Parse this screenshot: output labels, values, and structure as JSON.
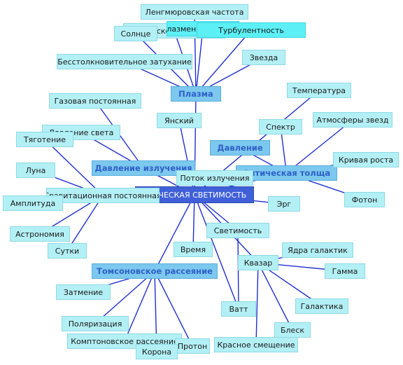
{
  "colors": {
    "edge": "#1f2fd2",
    "leaf": "#b3f0f5",
    "hub": "#7cc8ee",
    "hub_text": "#2e5fc8",
    "center": "#3f60d8",
    "vivid": "#5cf0f6"
  },
  "nodes": [
    {
      "id": "center",
      "label": "КТИЧЕСКАЯ СВЕТИМОСТЬ",
      "kind": "center"
    },
    {
      "id": "plasma",
      "label": "Плазма",
      "kind": "hub"
    },
    {
      "id": "pressure",
      "label": "Давление",
      "kind": "hub"
    },
    {
      "id": "optdepth",
      "label": "Оптическая толща",
      "kind": "hub"
    },
    {
      "id": "radpressure",
      "label": "Давление излучения",
      "kind": "hub"
    },
    {
      "id": "thomson",
      "label": "Томсоновское рассеяние",
      "kind": "hub"
    },
    {
      "id": "langmuir",
      "label": "Ленгмюровская частота",
      "kind": "leaf"
    },
    {
      "id": "rayleigh",
      "label": "Рэлеевское рассеяние",
      "kind": "leaf"
    },
    {
      "id": "plasmafreq",
      "label": "Плазменная частота",
      "kind": "vivid"
    },
    {
      "id": "turbulent",
      "label": "Турбулентность",
      "kind": "vivid"
    },
    {
      "id": "sun",
      "label": "Солнце",
      "kind": "leaf"
    },
    {
      "id": "collisionless",
      "label": "Бесстолкновительное затухание",
      "kind": "leaf"
    },
    {
      "id": "star",
      "label": "Звезда",
      "kind": "leaf"
    },
    {
      "id": "temperature",
      "label": "Температура",
      "kind": "leaf"
    },
    {
      "id": "gasconst",
      "label": "Газовая постоянная",
      "kind": "leaf"
    },
    {
      "id": "yansky",
      "label": "Янский",
      "kind": "leaf"
    },
    {
      "id": "spectrum",
      "label": "Спектр",
      "kind": "leaf"
    },
    {
      "id": "stellaratm",
      "label": "Атмосферы звезд",
      "kind": "leaf"
    },
    {
      "id": "lightpressure",
      "label": "Давление света",
      "kind": "leaf"
    },
    {
      "id": "gravity",
      "label": "Тяготение",
      "kind": "leaf"
    },
    {
      "id": "growthcurve",
      "label": "Кривая роста",
      "kind": "leaf"
    },
    {
      "id": "moon",
      "label": "Луна",
      "kind": "leaf"
    },
    {
      "id": "flux",
      "label": "Поток излучения",
      "kind": "leaf"
    },
    {
      "id": "photon",
      "label": "Фотон",
      "kind": "leaf"
    },
    {
      "id": "gravconst",
      "label": "Гравитационная постоянная",
      "kind": "leaf"
    },
    {
      "id": "amplitude",
      "label": "Амплитуда",
      "kind": "leaf"
    },
    {
      "id": "erg",
      "label": "Эрг",
      "kind": "leaf"
    },
    {
      "id": "luminosity",
      "label": "Светимость",
      "kind": "leaf"
    },
    {
      "id": "astronomy",
      "label": "Астрономия",
      "kind": "leaf"
    },
    {
      "id": "time",
      "label": "Время",
      "kind": "leaf"
    },
    {
      "id": "nuclei",
      "label": "Ядра галактик",
      "kind": "leaf"
    },
    {
      "id": "day",
      "label": "Сутки",
      "kind": "leaf"
    },
    {
      "id": "quasar",
      "label": "Квазар",
      "kind": "leaf"
    },
    {
      "id": "gamma",
      "label": "Гамма",
      "kind": "leaf"
    },
    {
      "id": "eclipse",
      "label": "Затмение",
      "kind": "leaf"
    },
    {
      "id": "watt",
      "label": "Ватт",
      "kind": "leaf"
    },
    {
      "id": "galaxy",
      "label": "Галактика",
      "kind": "leaf"
    },
    {
      "id": "polarization",
      "label": "Поляризация",
      "kind": "leaf"
    },
    {
      "id": "shine",
      "label": "Блеск",
      "kind": "leaf"
    },
    {
      "id": "compton",
      "label": "Комптоновское рассеяние",
      "kind": "leaf"
    },
    {
      "id": "proton",
      "label": "Протон",
      "kind": "leaf"
    },
    {
      "id": "redshift",
      "label": "Красное смещение",
      "kind": "leaf"
    },
    {
      "id": "corona",
      "label": "Корона",
      "kind": "leaf"
    }
  ],
  "edges": [
    [
      "center",
      "plasma"
    ],
    [
      "center",
      "radpressure"
    ],
    [
      "center",
      "thomson"
    ],
    [
      "center",
      "optdepth"
    ],
    [
      "center",
      "luminosity"
    ],
    [
      "center",
      "yansky"
    ],
    [
      "center",
      "erg"
    ],
    [
      "center",
      "time"
    ],
    [
      "center",
      "quasar"
    ],
    [
      "center",
      "watt"
    ],
    [
      "center",
      "temperature"
    ],
    [
      "center",
      "flux"
    ],
    [
      "plasma",
      "langmuir"
    ],
    [
      "plasma",
      "rayleigh"
    ],
    [
      "plasma",
      "plasmafreq"
    ],
    [
      "plasma",
      "turbulent"
    ],
    [
      "plasma",
      "sun"
    ],
    [
      "plasma",
      "collisionless"
    ],
    [
      "plasma",
      "star"
    ],
    [
      "optdepth",
      "spectrum"
    ],
    [
      "optdepth",
      "stellaratm"
    ],
    [
      "optdepth",
      "growthcurve"
    ],
    [
      "optdepth",
      "photon"
    ],
    [
      "optdepth",
      "pressure"
    ],
    [
      "radpressure",
      "gasconst"
    ],
    [
      "radpressure",
      "lightpressure"
    ],
    [
      "radpressure",
      "flux"
    ],
    [
      "gravconst",
      "gravity"
    ],
    [
      "gravconst",
      "moon"
    ],
    [
      "gravconst",
      "amplitude"
    ],
    [
      "gravconst",
      "astronomy"
    ],
    [
      "gravconst",
      "day"
    ],
    [
      "thomson",
      "eclipse"
    ],
    [
      "thomson",
      "polarization"
    ],
    [
      "thomson",
      "compton"
    ],
    [
      "thomson",
      "corona"
    ],
    [
      "thomson",
      "proton"
    ],
    [
      "quasar",
      "nuclei"
    ],
    [
      "quasar",
      "gamma"
    ],
    [
      "quasar",
      "galaxy"
    ],
    [
      "quasar",
      "shine"
    ],
    [
      "quasar",
      "redshift"
    ],
    [
      "luminosity",
      "watt"
    ]
  ]
}
